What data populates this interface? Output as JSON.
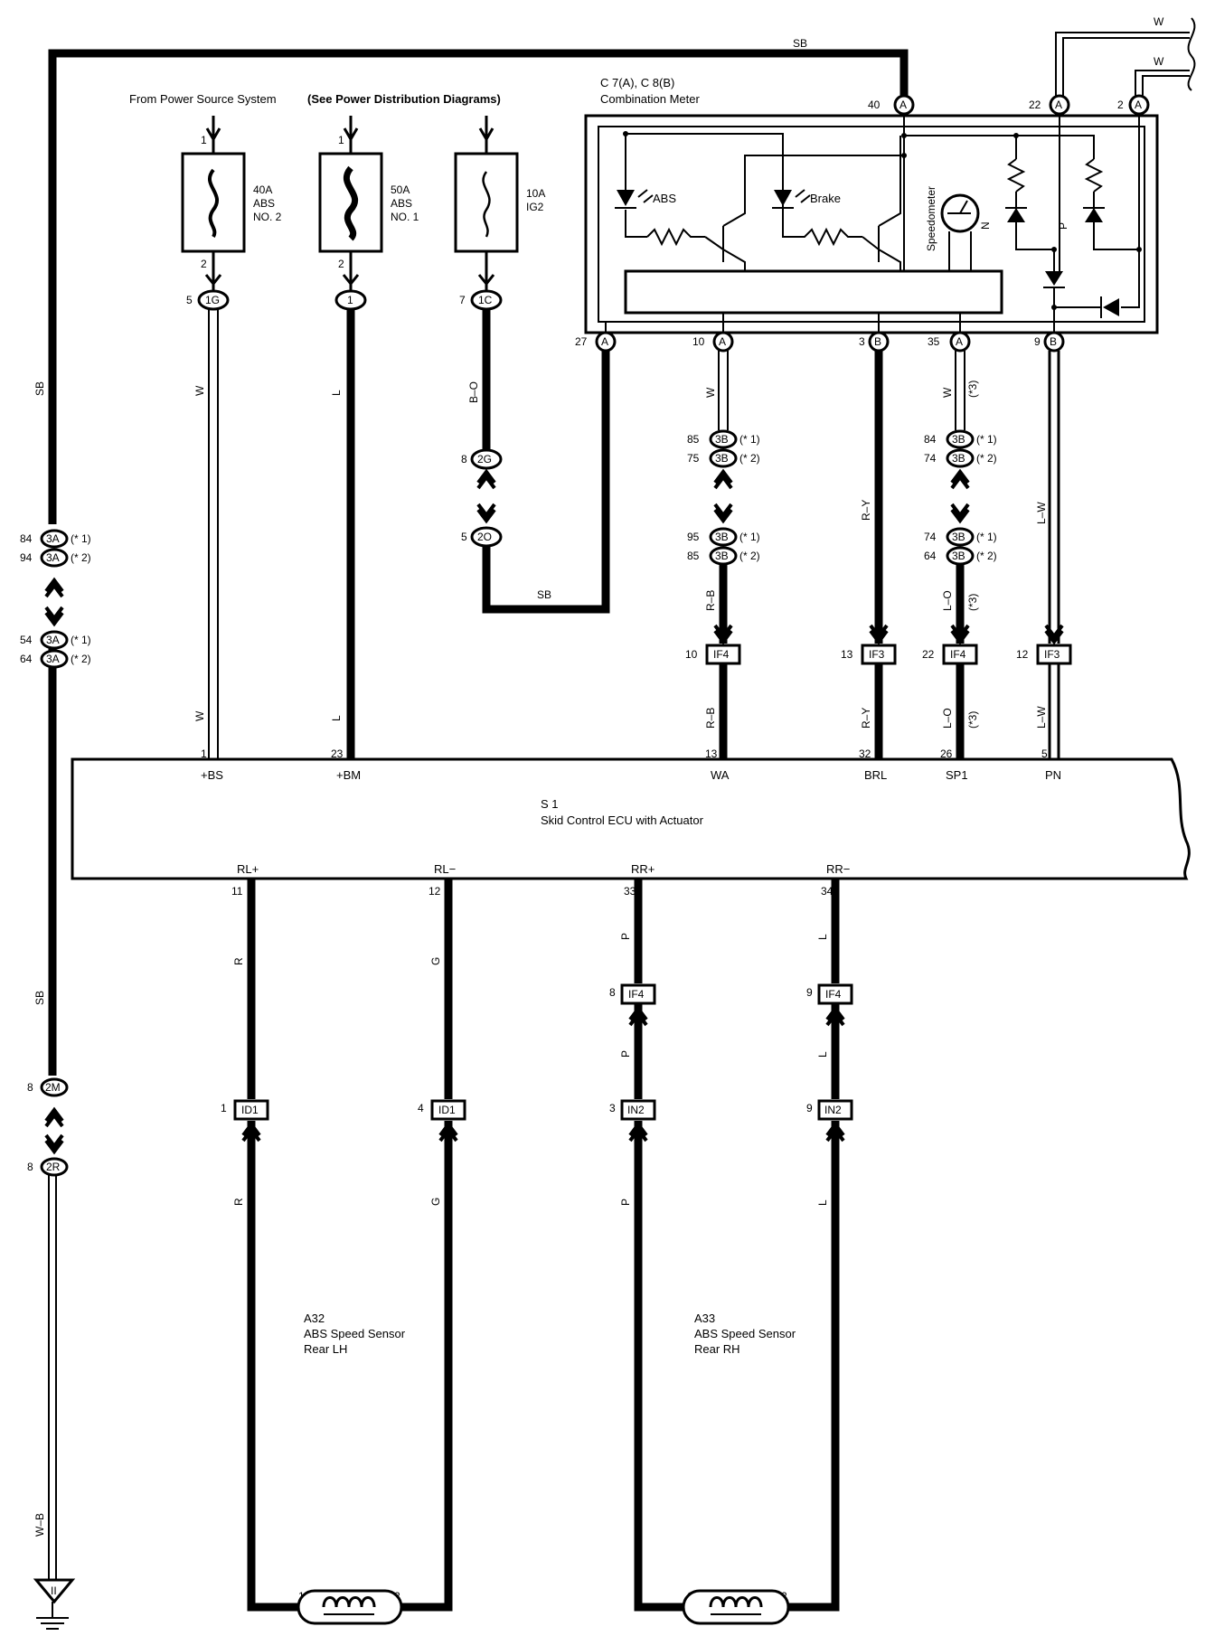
{
  "header": {
    "power_source_note": "From Power Source System",
    "power_source_ref": "(See Power Distribution Diagrams)"
  },
  "meter": {
    "code": "C 7(A), C 8(B)",
    "name": "Combination Meter",
    "abs_label": "ABS",
    "brake_label": "Brake",
    "speedometer_label": "Speedometer",
    "n_label": "N",
    "p_label": "P"
  },
  "fuses": [
    {
      "rating": "40A",
      "line2": "ABS",
      "line3": "NO. 2"
    },
    {
      "rating": "50A",
      "line2": "ABS",
      "line3": "NO. 1"
    },
    {
      "rating": "10A",
      "line2": "IG2",
      "line3": ""
    }
  ],
  "ecu": {
    "code": "S 1",
    "name": "Skid Control ECU with Actuator",
    "top_terminals": [
      "+BS",
      "+BM",
      "WA",
      "BRL",
      "SP1",
      "PN"
    ],
    "top_pins": [
      "1",
      "23",
      "13",
      "32",
      "26",
      "5"
    ],
    "bottom_terminals": [
      "RL+",
      "RL−",
      "RR+",
      "RR−"
    ],
    "bottom_pins": [
      "11",
      "12",
      "33",
      "34"
    ]
  },
  "sensors": [
    {
      "code": "A32",
      "name": "ABS Speed Sensor",
      "side": "Rear LH",
      "pin1": "1",
      "pin2": "2"
    },
    {
      "code": "A33",
      "name": "ABS Speed Sensor",
      "side": "Rear RH",
      "pin1": "1",
      "pin2": "2"
    }
  ],
  "wire_colors": {
    "sb": "SB",
    "w": "W",
    "l": "L",
    "bo": "B–O",
    "ry": "R–Y",
    "lw": "L–W",
    "rb": "R–B",
    "lo": "L–O",
    "r": "R",
    "g": "G",
    "p": "P",
    "wb": "W–B"
  },
  "notes": {
    "n1": "(* 1)",
    "n2": "(* 2)",
    "n3": "(*3)"
  },
  "connectors": {
    "c1g": "1G",
    "c1": "1",
    "c1c": "1C",
    "c2g": "2G",
    "c2o": "2O",
    "c3a": "3A",
    "c3b": "3B",
    "c2m": "2M",
    "c2r": "2R",
    "a": "A",
    "b": "B",
    "if3": "IF3",
    "if4": "IF4",
    "id1": "ID1",
    "in2": "IN2"
  },
  "pins": {
    "p1": "1",
    "p2": "2",
    "p3": "3",
    "p4": "4",
    "p5": "5",
    "p7": "7",
    "p8": "8",
    "p9": "9",
    "p10": "10",
    "p12": "12",
    "p13": "13",
    "p22": "22",
    "p27": "27",
    "p35": "35",
    "p40": "40",
    "p54": "54",
    "p64": "64",
    "p74": "74",
    "p75": "75",
    "p84": "84",
    "p85": "85",
    "p94": "94",
    "p95": "95"
  }
}
